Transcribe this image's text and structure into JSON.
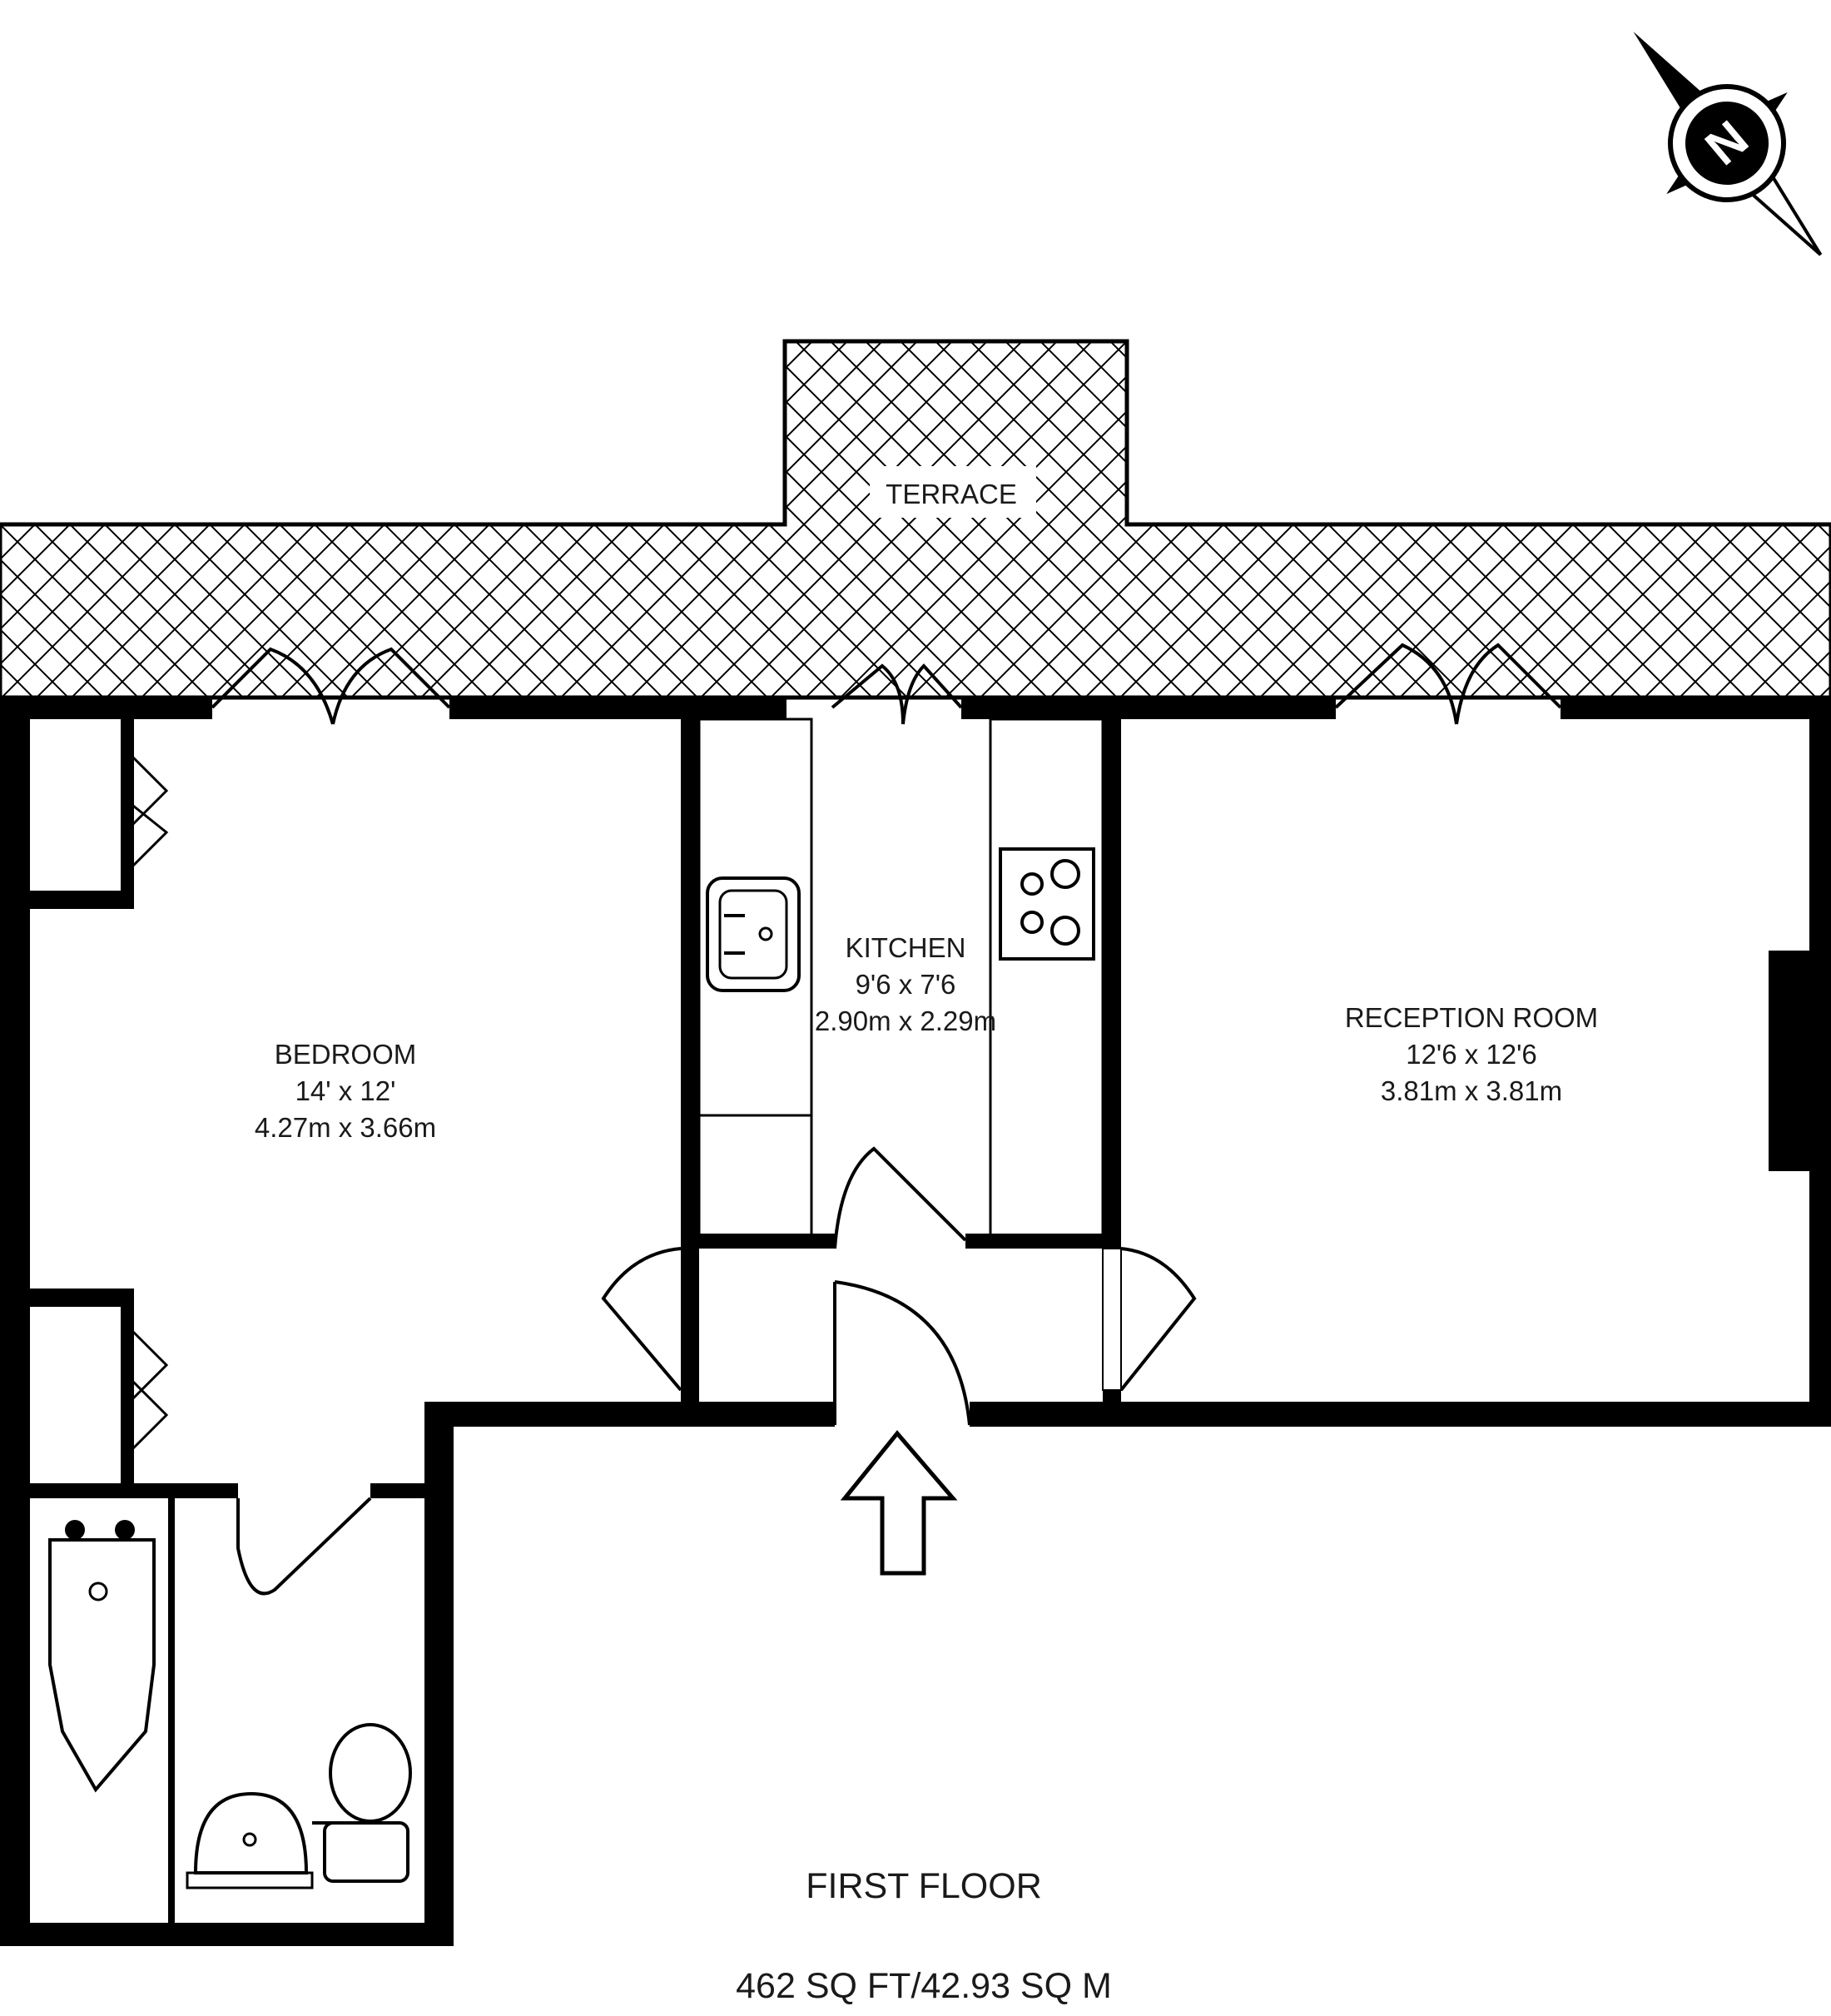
{
  "terrace": {
    "label": "TERRACE"
  },
  "rooms": {
    "bedroom": {
      "name": "BEDROOM",
      "imperial": "14' x 12'",
      "metric": "4.27m x 3.66m"
    },
    "kitchen": {
      "name": "KITCHEN",
      "imperial": "9'6 x 7'6",
      "metric": "2.90m x 2.29m"
    },
    "reception": {
      "name": "RECEPTION ROOM",
      "imperial": "12'6 x 12'6",
      "metric": "3.81m x 3.81m"
    }
  },
  "footer": {
    "floor": "FIRST FLOOR",
    "area": "462 SQ FT/42.93 SQ M"
  },
  "compass": {
    "letter": "N",
    "icon": "north-compass-icon"
  },
  "entrance": {
    "icon": "entrance-arrow-icon"
  },
  "colors": {
    "wall": "#000000",
    "hatch": "#000000",
    "background": "#ffffff"
  }
}
